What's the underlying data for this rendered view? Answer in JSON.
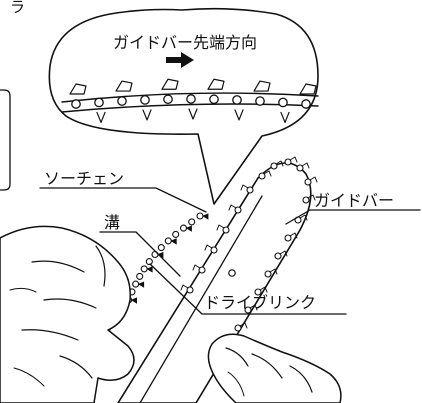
{
  "colors": {
    "ink": "#111111",
    "paper": "#ffffff"
  },
  "fragments": {
    "top_left_glyph": "ラ"
  },
  "callout": {
    "title": "ガイドバー先端方向"
  },
  "labels": {
    "saw_chain": "ソーチェン",
    "groove": "溝",
    "guide_bar": "ガイドバー",
    "drive_link": "ドライブリンク"
  },
  "icons": {
    "direction_arrow": "arrow-right-icon"
  }
}
